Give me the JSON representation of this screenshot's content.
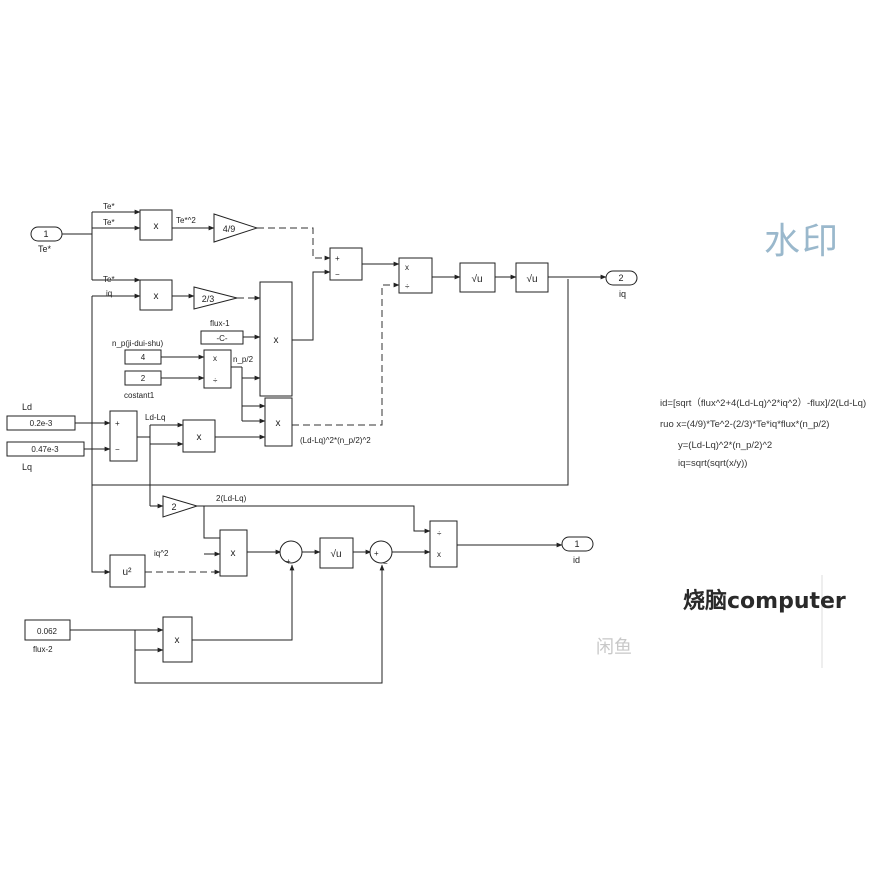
{
  "ports": {
    "in1_num": "1",
    "in1_name": "Te*",
    "out2_num": "2",
    "out2_name": "iq",
    "out1_num": "1",
    "out1_name": "id"
  },
  "constants": {
    "ld_value": "0.2e-3",
    "ld_name": "Ld",
    "lq_value": "0.47e-3",
    "lq_name": "Lq",
    "np_value": "4",
    "np_name": "n_p(ji-dui-shu)",
    "two_value": "2",
    "two_name": "costant1",
    "flux1_value": "-C-",
    "flux1_name": "flux-1",
    "flux2_value": "0.062",
    "flux2_name": "flux-2"
  },
  "gains": {
    "g49": "4/9",
    "g23": "2/3",
    "g2": "2"
  },
  "signals": {
    "te_a": "Te*",
    "te_b": "Te*",
    "te_c": "Te*",
    "iq_in": "iq",
    "te_sq": "Te*^2",
    "np_half": "n_p/2",
    "ld_lq": "Ld-Lq",
    "ldlq_np": "(Ld-Lq)^2*(n_p/2)^2",
    "two_ldlq": "2(Ld-Lq)",
    "iq_sq": "iq^2"
  },
  "ops": {
    "mul": "x",
    "div": "÷",
    "plus": "+",
    "minus": "−",
    "sqrt": "√u",
    "square": "u²"
  },
  "notes": [
    "id=[sqrt（flux^2+4(Ld-Lq)^2*iq^2）-flux]/2(Ld-Lq)",
    "ruo x=(4/9)*Te^2-(2/3)*Te*iq*flux*(n_p/2)",
    "y=(Ld-Lq)^2*(n_p/2)^2",
    "iq=sqrt(sqrt(x/y))"
  ],
  "watermarks": {
    "top": "水印",
    "brand": "烧脑computer",
    "faint": "闲鱼"
  }
}
